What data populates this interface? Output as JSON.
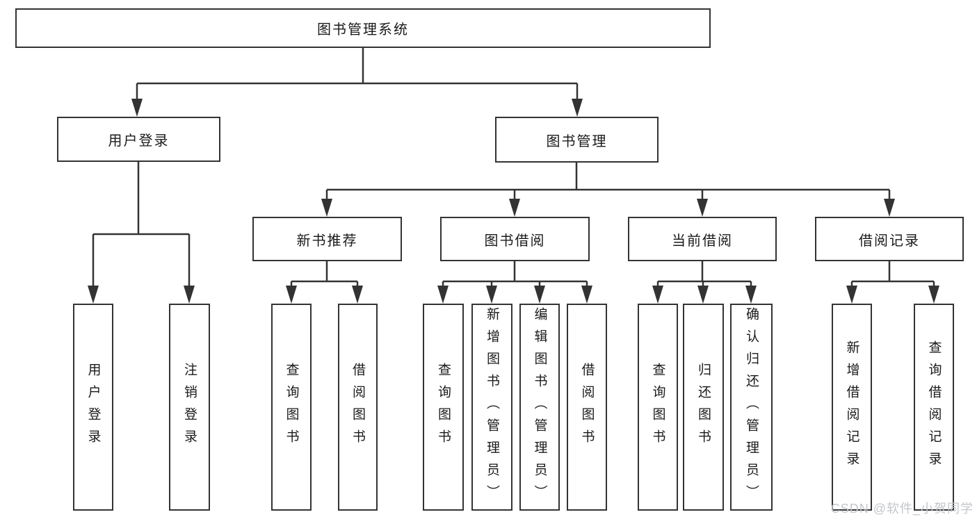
{
  "nodes": {
    "root": "图书管理系统",
    "user_login": "用户登录",
    "book_management": "图书管理",
    "new_book_recommend": "新书推荐",
    "book_borrow": "图书借阅",
    "current_borrow": "当前借阅",
    "borrow_records": "借阅记录",
    "leaf_user_login": "用户登录",
    "leaf_logout": "注销登录",
    "leaf_nb_query_books": "查询图书",
    "leaf_nb_borrow_books": "借阅图书",
    "leaf_bb_query_books": "查询图书",
    "leaf_bb_add_books": "新增图书（管理员）",
    "leaf_bb_edit_books": "编辑图书（管理员）",
    "leaf_bb_borrow_books": "借阅图书",
    "leaf_cb_query_books": "查询图书",
    "leaf_cb_return_books": "归还图书",
    "leaf_cb_confirm_return": "确认归还（管理员）",
    "leaf_br_add_record": "新增借阅记录",
    "leaf_br_query_record": "查询借阅记录"
  },
  "watermark": "CSDN @软件_小贺同学",
  "colors": {
    "line": "#333333",
    "box_border": "#333333",
    "text": "#1a1a1a",
    "watermark": "#c3c6cb",
    "background": "#ffffff"
  }
}
